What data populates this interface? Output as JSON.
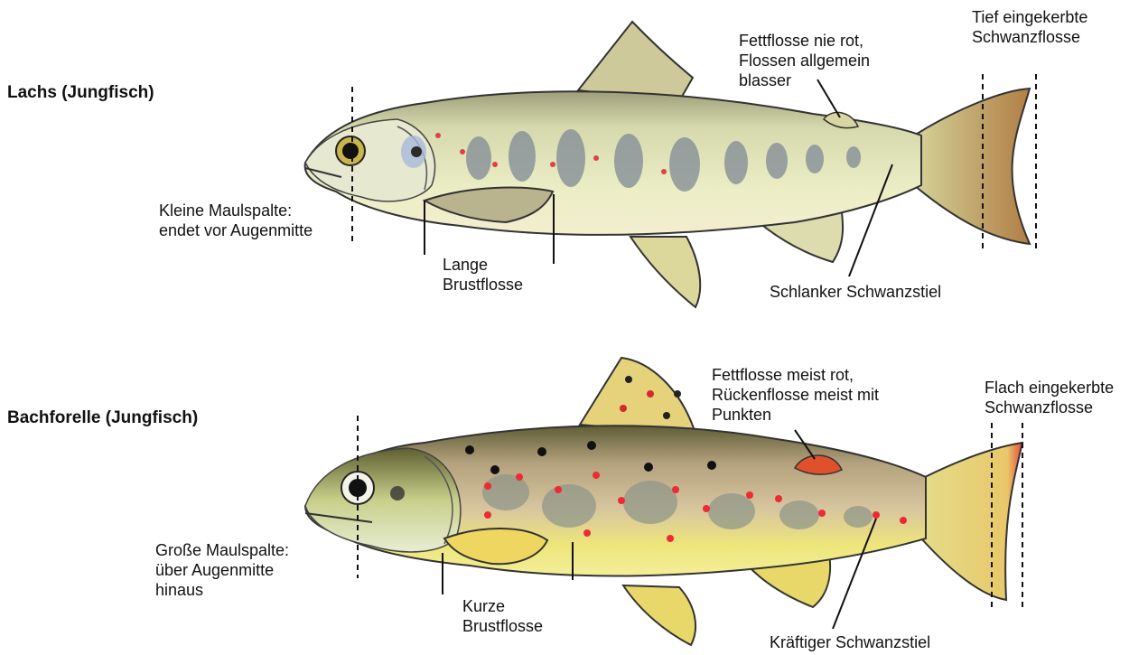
{
  "fish": [
    {
      "name": "Lachs (Jungfisch)",
      "annotations": {
        "mouth": [
          "Kleine Maulspalte:",
          "endet vor Augenmitte"
        ],
        "pectoral": [
          "Lange",
          "Brustflosse"
        ],
        "adipose": [
          "Fettflosse nie rot,",
          "Flossen allgemein",
          "blasser"
        ],
        "tail": [
          "Tief eingekerbte",
          "Schwanzflosse"
        ],
        "peduncle": [
          "Schlanker Schwanzstiel"
        ]
      },
      "colors": {
        "body": "#dfe3b0",
        "belly": "#f4f3d2",
        "back": "#a5a781",
        "spots": "#7f8a95",
        "fins": "#c9c08a",
        "red_dots": "#e0404a"
      }
    },
    {
      "name": "Bachforelle (Jungfisch)",
      "annotations": {
        "mouth": [
          "Große Maulspalte:",
          "über Augenmitte",
          "hinaus"
        ],
        "pectoral": [
          "Kurze",
          "Brustflosse"
        ],
        "adipose": [
          "Fettflosse meist rot,",
          "Rückenflosse meist mit",
          "Punkten"
        ],
        "tail": [
          "Flach eingekerbte",
          "Schwanzflosse"
        ],
        "peduncle": [
          "Kräftiger Schwanzstiel"
        ]
      },
      "colors": {
        "body": "#cdb996",
        "belly": "#f1ec7a",
        "back": "#6e6b40",
        "spots": "#8b9489",
        "fins": "#e9d673",
        "red_dots": "#ee2a35",
        "adipose": "#e0502a"
      }
    }
  ]
}
